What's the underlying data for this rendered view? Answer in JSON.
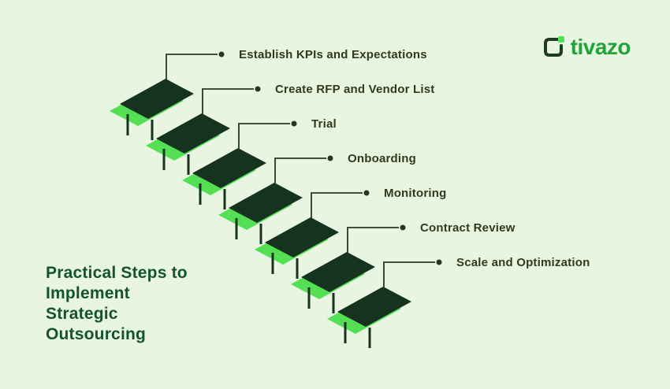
{
  "title": "Practical Steps to\nImplement\nStrategic\nOutsourcing",
  "logo": {
    "text": "tivazo"
  },
  "colors": {
    "background": "#e8f5e1",
    "step_dark_green": "#16331f",
    "step_accent_lime": "#55df55",
    "label_text": "#33391b",
    "title_text": "#14532d",
    "logo_green": "#21a33c"
  },
  "steps": [
    {
      "label": "Establish KPIs and Expectations"
    },
    {
      "label": "Create RFP and Vendor List"
    },
    {
      "label": "Trial"
    },
    {
      "label": "Onboarding"
    },
    {
      "label": "Monitoring"
    },
    {
      "label": "Contract Review"
    },
    {
      "label": "Scale and Optimization"
    }
  ]
}
